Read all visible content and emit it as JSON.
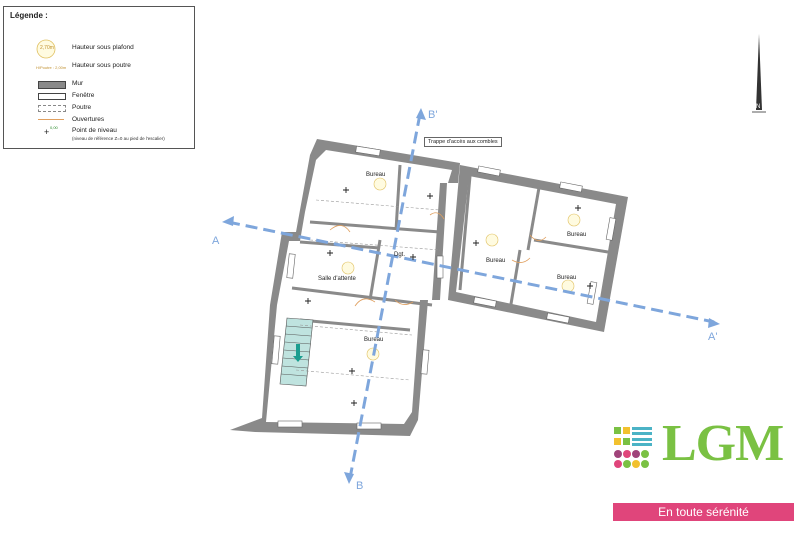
{
  "legend": {
    "title": "Légende :",
    "circle_value": "2,70m",
    "beam_value": "H/Poutre : 2,00m",
    "items": {
      "ceiling": "Hauteur sous plafond",
      "beam": "Hauteur sous poutre",
      "wall": "Mur",
      "window": "Fenêtre",
      "joist": "Poutre",
      "openings": "Ouvertures",
      "level": "Point de niveau",
      "level_note": "(niveau de référence Z=0 au pied de l'escalier)",
      "level_value": "0,00"
    }
  },
  "plan": {
    "callout": "Trappe d'accès aux combles",
    "rooms": {
      "bureau_top": "Bureau",
      "salle_attente": "Salle d'attente",
      "bureau_bottom": "Bureau",
      "bureau_center": "Bureau",
      "bureau_right_top": "Bureau",
      "bureau_right_bottom": "Bureau",
      "dgt": "Dgt."
    },
    "section_labels": {
      "a": "A",
      "a_prime": "A'",
      "b": "B",
      "b_prime": "B'"
    },
    "north_label": "N"
  },
  "brand": {
    "name": "LGM",
    "tagline": "En toute sérénité"
  },
  "colors": {
    "wall": "#8a8a8a",
    "window": "#ffffff",
    "section_line": "#7ea6dc",
    "opening": "#e0a060",
    "brand_green": "#7ac143",
    "brand_pink": "#e0457b"
  }
}
